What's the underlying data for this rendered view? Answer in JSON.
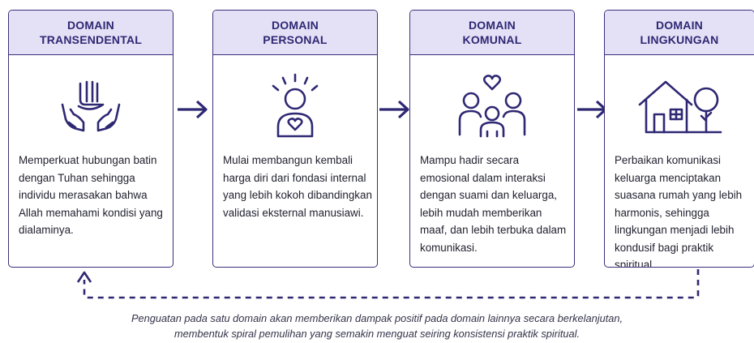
{
  "cards": [
    {
      "title_line1": "DOMAIN",
      "title_line2": "TRANSENDENTAL",
      "icon": "praying-hands-allah-icon",
      "text": "Memperkuat hubungan batin dengan Tuhan sehingga individu merasakan bahwa Allah memahami kondisi yang dialaminya."
    },
    {
      "title_line1": "DOMAIN",
      "title_line2": "PERSONAL",
      "icon": "person-heart-icon",
      "text": "Mulai membangun kembali harga diri dari fondasi internal yang lebih kokoh dibandingkan validasi eksternal manusiawi."
    },
    {
      "title_line1": "DOMAIN",
      "title_line2": "KOMUNAL",
      "icon": "family-heart-icon",
      "text": "Mampu hadir secara emosional dalam interaksi dengan suami dan keluarga, lebih mudah memberikan maaf, dan lebih terbuka dalam komunikasi."
    },
    {
      "title_line1": "DOMAIN",
      "title_line2": "LINGKUNGAN",
      "icon": "house-tree-icon",
      "text": "Perbaikan komunikasi keluarga menciptakan suasana rumah yang lebih harmonis, sehingga lingkungan menjadi lebih kondusif bagi praktik spiritual."
    }
  ],
  "caption": {
    "line1": "Penguatan pada satu domain akan memberikan dampak positif pada domain lainnya secara berkelanjutan,",
    "line2": "membentuk spiral pemulihan yang semakin menguat seiring konsistensi praktik spiritual."
  },
  "colors": {
    "accent": "#2e2873",
    "header_fill": "#e4e1f7",
    "border": "#3a2f7a"
  }
}
